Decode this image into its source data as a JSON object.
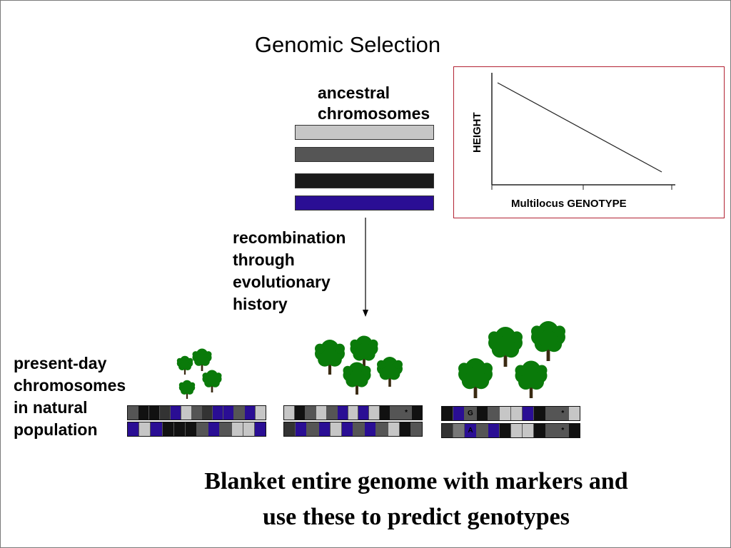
{
  "title": "Genomic Selection",
  "ancestral": {
    "label_line1": "ancestral",
    "label_line2": "chromosomes",
    "colors": [
      "#c6c6c6",
      "#555555",
      "#1b1b1b",
      "#2a0e94"
    ]
  },
  "recombination": {
    "line1": "recombination",
    "line2": "through",
    "line3": "evolutionary",
    "line4": "history"
  },
  "graph": {
    "ylabel": "HEIGHT",
    "xlabel": "Multilocus GENOTYPE",
    "border_color": "#b22233"
  },
  "present_day": {
    "line1": "present-day",
    "line2": "chromosomes",
    "line3": "in natural",
    "line4": "population"
  },
  "populations": [
    {
      "trees": "small",
      "rows": [
        [
          "#555555",
          "#111111",
          "#111111",
          "#333333",
          "#2a0e94",
          "#c6c6c6",
          "#555555",
          "#333333",
          "#2a0e94",
          "#2a0e94",
          "#555555",
          "#2a0e94",
          "#c6c6c6"
        ],
        [
          "#2a0e94",
          "#c6c6c6",
          "#2a0e94",
          "#111111",
          "#111111",
          "#111111",
          "#555555",
          "#2a0e94",
          "#555555",
          "#c6c6c6",
          "#c6c6c6",
          "#2a0e94"
        ]
      ],
      "marks": [
        {
          "row": 0,
          "cell": -1,
          "text": ""
        },
        {
          "row": 1,
          "cell": -1,
          "text": ""
        }
      ]
    },
    {
      "trees": "medium",
      "rows": [
        [
          "#c6c6c6",
          "#111111",
          "#555555",
          "#c6c6c6",
          "#555555",
          "#2a0e94",
          "#c6c6c6",
          "#2a0e94",
          "#c6c6c6",
          "#111111",
          "#555555",
          "#555555",
          "#111111"
        ],
        [
          "#333333",
          "#2a0e94",
          "#555555",
          "#2a0e94",
          "#c6c6c6",
          "#2a0e94",
          "#555555",
          "#2a0e94",
          "#555555",
          "#c6c6c6",
          "#111111",
          "#555555"
        ]
      ],
      "marks": [
        {
          "row": 0,
          "cell": 11,
          "text": "*"
        },
        {
          "row": 1,
          "cell": -1,
          "text": ""
        }
      ]
    },
    {
      "trees": "large",
      "rows": [
        [
          "#111111",
          "#2a0e94",
          "#555555",
          "#111111",
          "#555555",
          "#c6c6c6",
          "#c6c6c6",
          "#2a0e94",
          "#111111",
          "#555555",
          "#555555",
          "#c6c6c6"
        ],
        [
          "#333333",
          "#777777",
          "#2a0e94",
          "#555555",
          "#2a0e94",
          "#111111",
          "#c6c6c6",
          "#c6c6c6",
          "#111111",
          "#555555",
          "#555555",
          "#111111"
        ]
      ],
      "marks": [
        {
          "row": 0,
          "cell": 2,
          "text": "G"
        },
        {
          "row": 0,
          "cell": 10,
          "text": "*"
        },
        {
          "row": 1,
          "cell": 2,
          "text": "A"
        },
        {
          "row": 1,
          "cell": 10,
          "text": "*"
        }
      ]
    }
  ],
  "tree_color": "#0a7a0a",
  "trunk_color": "#3a2a12",
  "bottom_line1": "Blanket entire genome with markers and",
  "bottom_line2": "use these to predict genotypes"
}
